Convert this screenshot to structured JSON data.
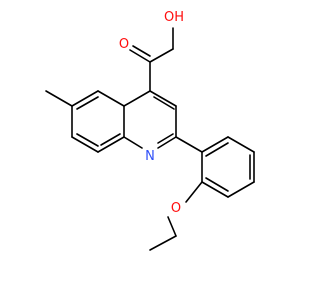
{
  "molecule": {
    "atom_labels": {
      "hydroxyl": "OH",
      "carbonyl_oxygen": "O",
      "ring_nitrogen": "N",
      "ether_oxygen": "O"
    },
    "colors": {
      "oxygen": "#ff0d0d",
      "nitrogen": "#3050f8",
      "bond": "#000000"
    }
  }
}
